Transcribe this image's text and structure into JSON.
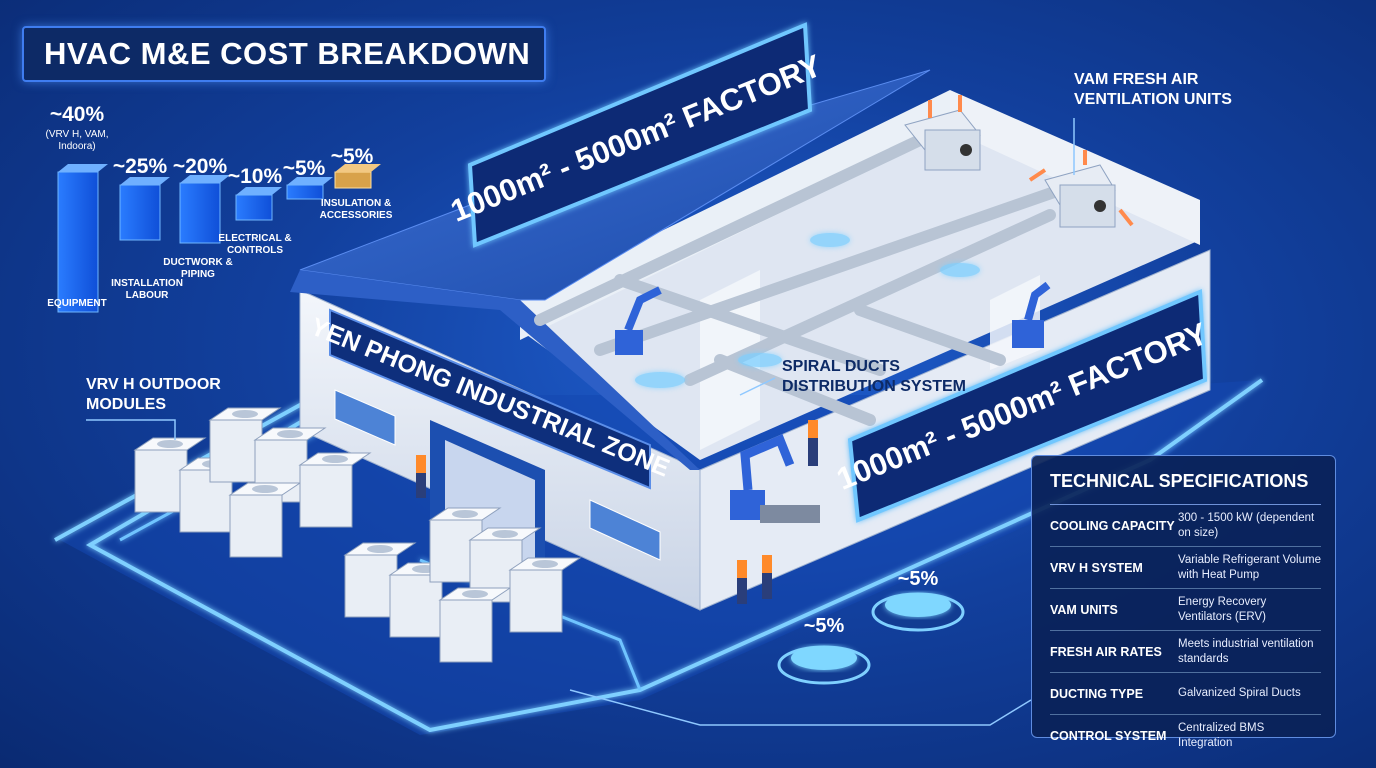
{
  "title": "HVAC M&E COST BREAKDOWN",
  "cost_bars": [
    {
      "percent": "~40%",
      "note": "(VRV H, VAM, Indoora)",
      "label": "EQUIPMENT"
    },
    {
      "percent": "~25%",
      "label": "INSTALLATION LABOUR"
    },
    {
      "percent": "~20%",
      "label": "DUCTWORK & PIPING"
    },
    {
      "percent": "~10%",
      "label": "ELECTRICAL & CONTROLS"
    },
    {
      "percent": "~5%",
      "label": ""
    },
    {
      "percent": "~5%",
      "label": "INSULATION & ACCESSORIES"
    }
  ],
  "factory_sign_top": "1000m² - 5000m² FACTORY",
  "factory_sign_side": "1000m² - 5000m² FACTORY",
  "zone_sign": "YEN PHONG INDUSTRIAL ZONE",
  "callouts": {
    "vam": "VAM FRESH AIR VENTILATION UNITS",
    "outdoor": "VRV H OUTDOOR MODULES",
    "ducts": "SPIRAL DUCTS DISTRIBUTION SYSTEM"
  },
  "rings": [
    "~5%",
    "~5%"
  ],
  "specs": {
    "title": "TECHNICAL SPECIFICATIONS",
    "rows": [
      {
        "key": "COOLING CAPACITY",
        "value": "300 - 1500 kW (dependent on size)"
      },
      {
        "key": "VRV H SYSTEM",
        "value": "Variable Refrigerant Volume with Heat Pump"
      },
      {
        "key": "VAM UNITS",
        "value": "Energy Recovery Ventilators (ERV)"
      },
      {
        "key": "FRESH AIR RATES",
        "value": "Meets industrial ventilation standards"
      },
      {
        "key": "DUCTING TYPE",
        "value": "Galvanized Spiral Ducts"
      },
      {
        "key": "CONTROL SYSTEM",
        "value": "Centralized BMS Integration"
      }
    ]
  },
  "colors": {
    "accent": "#3f8cff",
    "glow": "#5fb4ff",
    "panel": "#0d2a66"
  }
}
